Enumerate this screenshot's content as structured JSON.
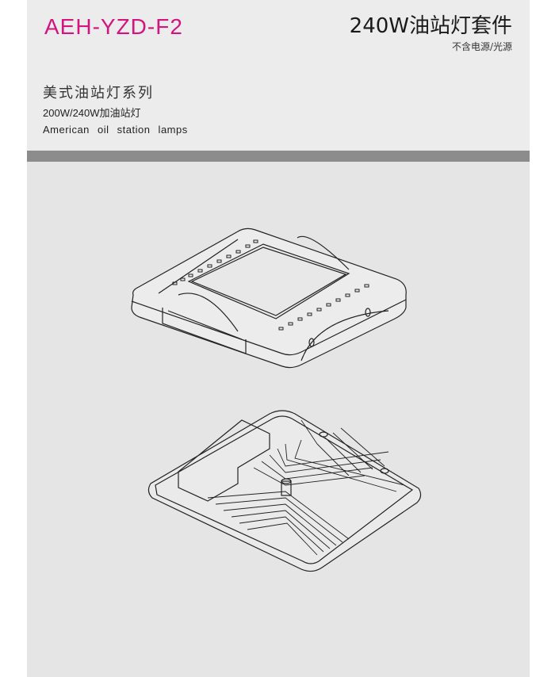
{
  "header": {
    "model": "AEH-YZD-F2",
    "title": "240W油站灯套件",
    "subtitle": "不含电源/光源",
    "series": "美式油站灯系列",
    "spec": "200W/240W加油站灯",
    "english": "American oil station lamps"
  },
  "colors": {
    "accent": "#d4157f",
    "bar": "#8c8c8c",
    "panel": "#e5e5e6"
  }
}
